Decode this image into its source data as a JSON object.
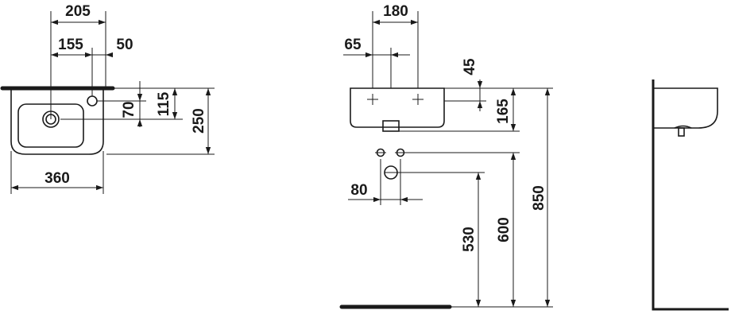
{
  "dimensions": {
    "top_205": "205",
    "top_155": "155",
    "top_50": "50",
    "top_360": "360",
    "top_70": "70",
    "top_115": "115",
    "top_250": "250",
    "front_180": "180",
    "front_65": "65",
    "front_45": "45",
    "front_165": "165",
    "front_80": "80",
    "front_530": "530",
    "front_600": "600",
    "front_850": "850"
  }
}
